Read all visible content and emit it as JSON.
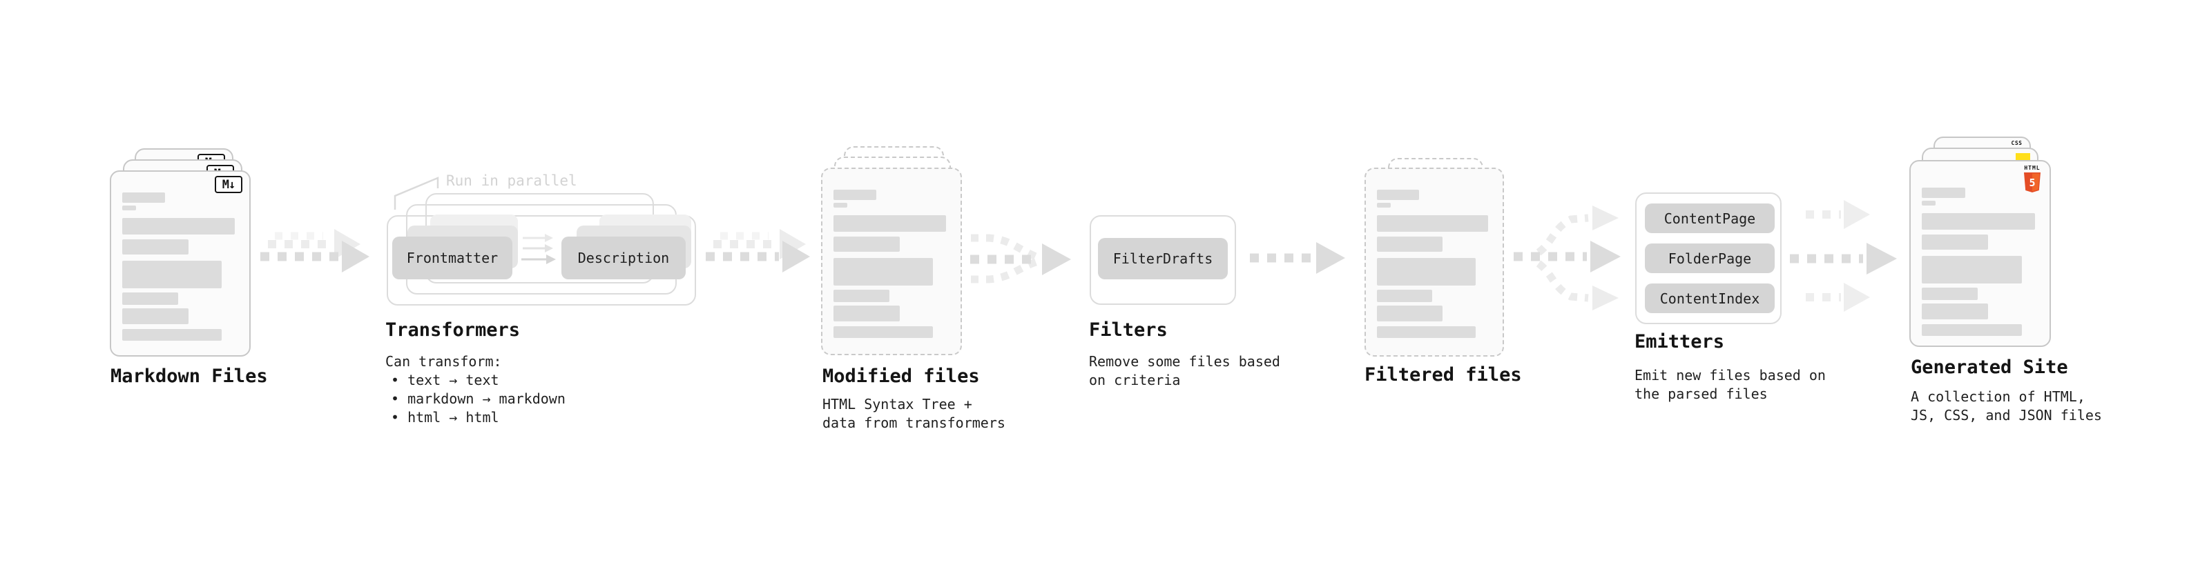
{
  "stages": {
    "markdown": {
      "title": "Markdown Files",
      "badge": "M↓"
    },
    "transformers": {
      "title": "Transformers",
      "note": "Run in parallel",
      "chips": [
        "Frontmatter",
        "Description"
      ],
      "intro": "Can transform:",
      "bullets": [
        "• text → text",
        "• markdown → markdown",
        "• html → html"
      ]
    },
    "modified": {
      "title": "Modified files",
      "subtitle": "HTML Syntax Tree +\ndata from transformers"
    },
    "filters": {
      "title": "Filters",
      "chips": [
        "FilterDrafts"
      ],
      "subtitle": "Remove some files based\non criteria"
    },
    "filtered": {
      "title": "Filtered files"
    },
    "emitters": {
      "title": "Emitters",
      "chips": [
        "ContentPage",
        "FolderPage",
        "ContentIndex"
      ],
      "subtitle": "Emit new files based on\nthe parsed files"
    },
    "generated": {
      "title": "Generated Site",
      "subtitle": "A collection of HTML,\nJS, CSS, and JSON files",
      "badges": {
        "css": "CSS",
        "html": "HTML",
        "number": "5"
      }
    }
  },
  "colors": {
    "css_blue": "#2e6be6",
    "js_yellow": "#ffdf1b",
    "html5_orange": "#e44d26",
    "html5_orange_light": "#f16529",
    "arrow_gray": "#dcdcdc",
    "ghost_arrow_gray": "#ececec",
    "skeleton_bar_gray": "#dcdcdc",
    "muted_note_gray": "#d2d2d2",
    "text_dark": "#1a1a1a"
  }
}
